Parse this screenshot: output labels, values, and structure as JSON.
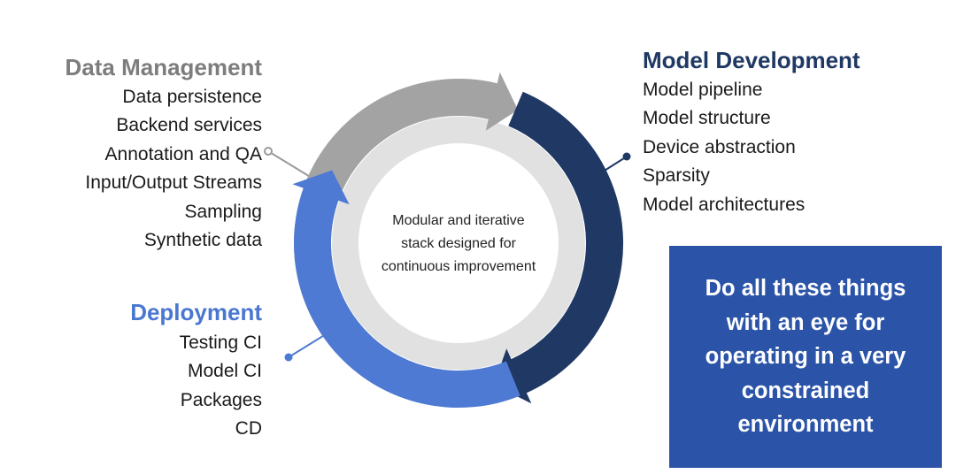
{
  "colors": {
    "data_management": "#7d7d7d",
    "model_development": "#1f3864",
    "deployment": "#4a78d0",
    "callout_bg": "#2b54a8",
    "ring_gray": "#a3a3a3",
    "ring_navy": "#1f3864",
    "ring_blue": "#4e7ad3",
    "ring_inner": "#e1e1e1"
  },
  "data_management": {
    "title": "Data Management",
    "items": [
      "Data persistence",
      "Backend services",
      "Annotation and QA",
      "Input/Output Streams",
      "Sampling",
      "Synthetic data"
    ]
  },
  "model_development": {
    "title": "Model Development",
    "items": [
      "Model pipeline",
      "Model structure",
      "Device abstraction",
      "Sparsity",
      "Model architectures"
    ]
  },
  "deployment": {
    "title": "Deployment",
    "items": [
      "Testing CI",
      "Model CI",
      "Packages",
      "CD"
    ]
  },
  "center": {
    "lines": [
      "Modular and iterative",
      "stack designed for",
      "continuous improvement"
    ]
  },
  "callout": {
    "text": "Do all these things with an eye for operating in a very constrained environment"
  }
}
